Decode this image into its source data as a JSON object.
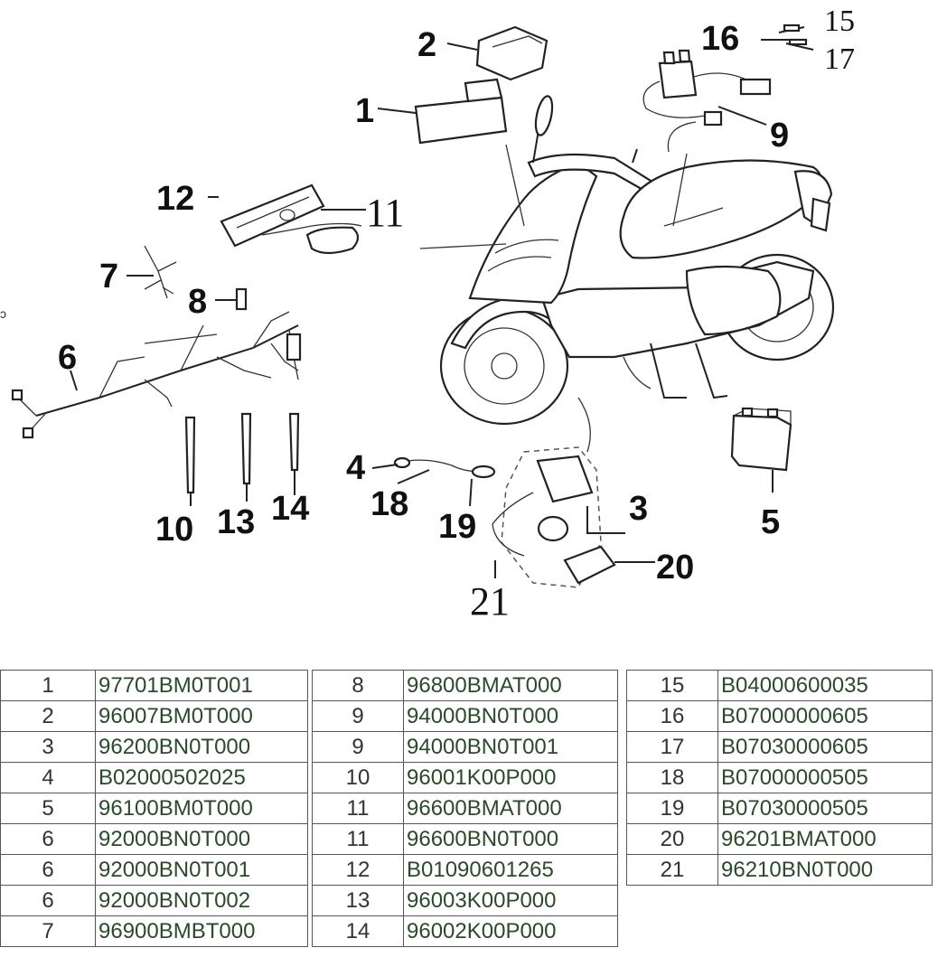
{
  "diagram": {
    "callouts": {
      "c1": "1",
      "c2": "2",
      "c3": "3",
      "c4": "4",
      "c5": "5",
      "c6": "6",
      "c7": "7",
      "c8": "8",
      "c9": "9",
      "c10": "10",
      "c11": "11",
      "c12": "12",
      "c13": "13",
      "c14": "14",
      "c15": "15",
      "c16": "16",
      "c17": "17",
      "c18": "18",
      "c19": "19",
      "c20": "20",
      "c21": "21"
    }
  },
  "parts_tables": [
    {
      "rows": [
        {
          "no": "1",
          "code": "97701BM0T001"
        },
        {
          "no": "2",
          "code": "96007BM0T000"
        },
        {
          "no": "3",
          "code": "96200BN0T000"
        },
        {
          "no": "4",
          "code": "B02000502025"
        },
        {
          "no": "5",
          "code": "96100BM0T000"
        },
        {
          "no": "6",
          "code": "92000BN0T000"
        },
        {
          "no": "6",
          "code": "92000BN0T001"
        },
        {
          "no": "6",
          "code": "92000BN0T002"
        },
        {
          "no": "7",
          "code": "96900BMBT000"
        }
      ]
    },
    {
      "rows": [
        {
          "no": "8",
          "code": "96800BMAT000"
        },
        {
          "no": "9",
          "code": "94000BN0T000"
        },
        {
          "no": "9",
          "code": "94000BN0T001"
        },
        {
          "no": "10",
          "code": "96001K00P000"
        },
        {
          "no": "11",
          "code": "96600BMAT000"
        },
        {
          "no": "11",
          "code": "96600BN0T000"
        },
        {
          "no": "12",
          "code": "B01090601265"
        },
        {
          "no": "13",
          "code": "96003K00P000"
        },
        {
          "no": "14",
          "code": "96002K00P000"
        }
      ]
    },
    {
      "rows": [
        {
          "no": "15",
          "code": "B04000600035"
        },
        {
          "no": "16",
          "code": "B07000000605"
        },
        {
          "no": "17",
          "code": "B07030000605"
        },
        {
          "no": "18",
          "code": "B07000000505"
        },
        {
          "no": "19",
          "code": "B07030000505"
        },
        {
          "no": "20",
          "code": "96201BMAT000"
        },
        {
          "no": "21",
          "code": "96210BN0T000"
        }
      ]
    }
  ]
}
